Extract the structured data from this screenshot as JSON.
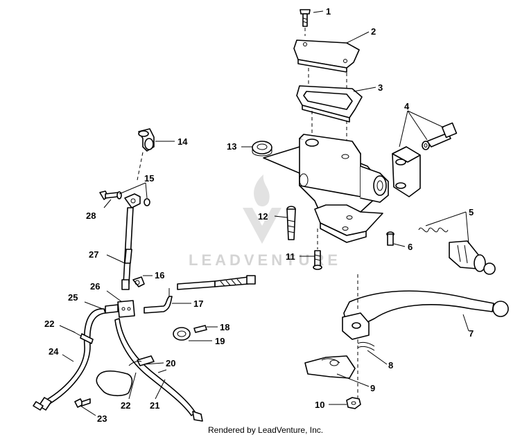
{
  "callouts": {
    "c1": "1",
    "c2": "2",
    "c3": "3",
    "c4": "4",
    "c5": "5",
    "c6": "6",
    "c7": "7",
    "c8": "8",
    "c9": "9",
    "c10": "10",
    "c11": "11",
    "c12": "12",
    "c13": "13",
    "c14": "14",
    "c15": "15",
    "c16": "16",
    "c17": "17",
    "c18": "18",
    "c19": "19",
    "c20": "20",
    "c21": "21",
    "c22a": "22",
    "c22b": "22",
    "c23": "23",
    "c24": "24",
    "c25": "25",
    "c26": "26",
    "c27": "27",
    "c28": "28"
  },
  "watermark": "LEADVENTURE",
  "footer": "Rendered by LeadVenture, Inc."
}
